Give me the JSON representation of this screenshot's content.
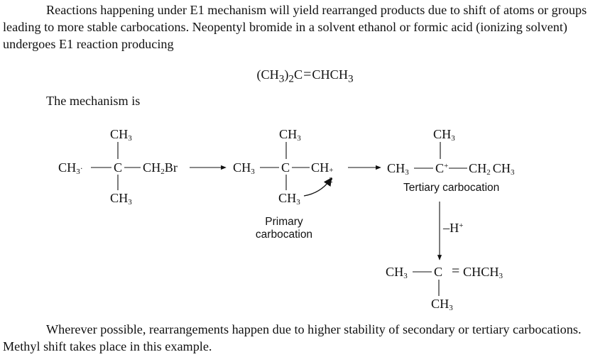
{
  "paragraph1": "Reactions happening under E1 mechanism will yield rearranged products due to shift of atoms or groups leading to more stable carbocations. Neopentyl bromide in a solvent ethanol or formic acid (ionizing solvent) undergoes E1 reaction producing",
  "product_equation": {
    "a": "(CH",
    "a_sub": "3",
    "b": ")",
    "b_sub": "2",
    "c": "C",
    "bond": "=",
    "d": "CHCH",
    "d_sub": "3"
  },
  "mechanism_intro": "The mechanism is",
  "scheme": {
    "ch": "CH",
    "ch2": "CH",
    "three": "3",
    "two": "2",
    "c": "C",
    "br_group": "CH",
    "br": "Br",
    "plus": "+",
    "chch3": "CHCH",
    "dash": "—",
    "minus_h": "–H",
    "double": "=",
    "dot": "·"
  },
  "captions": {
    "primary_line1": "Primary",
    "primary_line2": "carbocation",
    "tertiary": "Tertiary carbocation"
  },
  "paragraph2": "Wherever possible, rearrangements happen due to higher stability of secondary or tertiary carbocations. Methyl shift takes place in this example."
}
